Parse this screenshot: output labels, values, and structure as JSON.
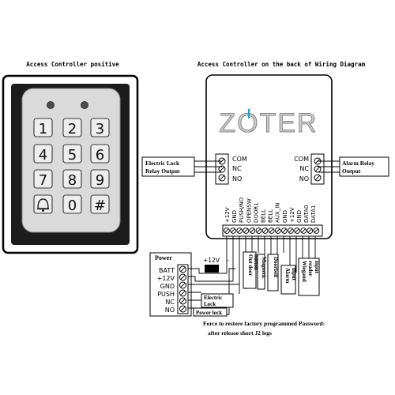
{
  "titles": {
    "front": "Access Controller positive",
    "back": "Access Controller on the back of Wiring Diagram"
  },
  "brand": {
    "text": "ZOTER",
    "color": "#1aa3d9"
  },
  "keypad": {
    "keys": [
      "1",
      "2",
      "3",
      "4",
      "5",
      "6",
      "7",
      "8",
      "9",
      "bell",
      "0",
      "#"
    ]
  },
  "relay_left": {
    "title_line1": "Electric Lock",
    "title_line2": "Relay Output",
    "terminals": [
      "COM",
      "NC",
      "NO"
    ]
  },
  "relay_right": {
    "title_line1": "Alarm Relay",
    "title_line2": "Output",
    "terminals": [
      "COM",
      "NC",
      "NO"
    ]
  },
  "bottom_terminals": [
    "+12V",
    "GND",
    "PUSH/NO",
    "OPENSW",
    "DOOR1",
    "BELL",
    "BELL",
    "AUX_IN",
    "GND",
    "+12V",
    "GND",
    "DATA0",
    "DATA1"
  ],
  "power_block": {
    "title": "Power",
    "labels": [
      "BATT",
      "+12V",
      "GND",
      "PUSH",
      "NC",
      "NO"
    ]
  },
  "supply": {
    "plus": "+12V",
    "minus": "-"
  },
  "devices": {
    "out_door": [
      "Out door",
      "button"
    ],
    "magnetic": "Magnetic",
    "doorbell": "Doorbell",
    "alarm": [
      "Alarm",
      "input"
    ],
    "wiegand": [
      "Wiegand",
      "reader",
      "input"
    ],
    "electric_lock": [
      "Electric",
      "Lock"
    ],
    "power_lock": "Power lock"
  },
  "footnote": {
    "line1": "Force to restore factory programmed Password:",
    "line2": "after  release  short J2 legs"
  }
}
